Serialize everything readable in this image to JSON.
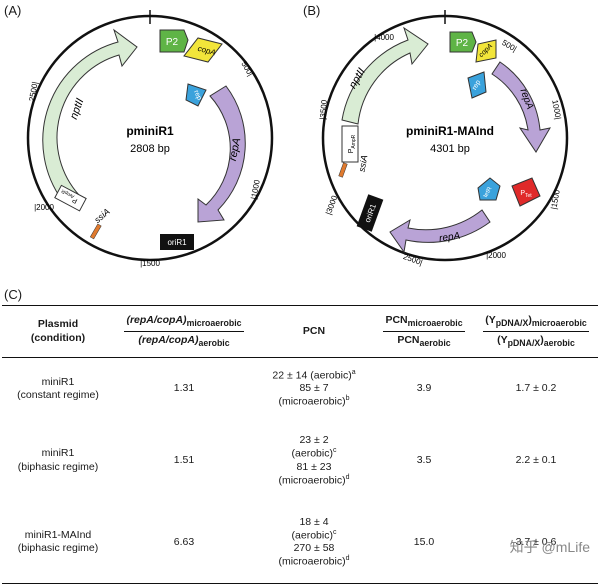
{
  "panels": {
    "A": "(A)",
    "B": "(B)",
    "C": "(C)"
  },
  "mapA": {
    "name": "pminiR1",
    "size": "2808 bp",
    "genes": {
      "nptII": "nptII",
      "repA": "repA",
      "P2": "P2",
      "copA": "copA",
      "rep": "rep",
      "oriR1": "oriR1",
      "ssiA": "ssiA",
      "pAmpR": "P",
      "pAmpR_sub": "AmpR"
    },
    "ticks": {
      "t500": "500|",
      "t1000": "|1000",
      "t1500": "|1500",
      "t2000": "|2000",
      "t2500": "2500|"
    }
  },
  "mapB": {
    "name": "pminiR1-MAInd",
    "size": "4301 bp",
    "genes": {
      "nptII": "nptII",
      "repA_top": "repA",
      "repA_bottom": "repA",
      "P2": "P2",
      "copA": "copA",
      "rep": "rep",
      "oriR1": "oriR1",
      "ssiA": "ssiA",
      "pAmpR": "P",
      "pAmpR_sub": "AmpR",
      "PTet": "P",
      "PTet_sub": "Tet",
      "tetR": "tetR"
    },
    "ticks": {
      "t500": "500|",
      "t1000": "1000|",
      "t1500": "|1500",
      "t2000": "|2000",
      "t2500": "2500|",
      "t3000": "|3000",
      "t3500": "|3500",
      "t4000": "|4000"
    }
  },
  "table": {
    "headers": {
      "plasmid": "Plasmid",
      "plasmid_sub": "(condition)",
      "ratio_num": "(repA/copA)",
      "ratio_num_sub": "microaerobic",
      "ratio_den": "(repA/copA)",
      "ratio_den_sub": "aerobic",
      "pcn": "PCN",
      "pcn_num": "PCN",
      "pcn_num_sub": "microaerobic",
      "pcn_den": "PCN",
      "pcn_den_sub": "aerobic",
      "y_num": "(Y",
      "y_num_sub": "pDNA/X",
      "y_num_close": ")",
      "y_num_close_sub": "microaerobic",
      "y_den": "(Y",
      "y_den_sub": "pDNA/X",
      "y_den_close": ")",
      "y_den_close_sub": "aerobic"
    },
    "rows": [
      {
        "plasmid": "miniR1",
        "condition": "(constant regime)",
        "ratio": "1.31",
        "pcn_lines": [
          "22 ± 14 (aerobic)",
          "85 ± 7",
          "(microaerobic)"
        ],
        "pcn_sups": [
          "a",
          "",
          "b"
        ],
        "pcn_ratio": "3.9",
        "y_ratio": "1.7 ± 0.2"
      },
      {
        "plasmid": "miniR1",
        "condition": "(biphasic regime)",
        "ratio": "1.51",
        "pcn_lines": [
          "23 ± 2",
          "(aerobic)",
          "81 ± 23",
          "(microaerobic)"
        ],
        "pcn_sups": [
          "",
          "c",
          "",
          "d"
        ],
        "pcn_ratio": "3.5",
        "y_ratio": "2.2 ± 0.1"
      },
      {
        "plasmid": "miniR1-MAInd",
        "condition": "(biphasic regime)",
        "ratio": "6.63",
        "pcn_lines": [
          "18 ± 4",
          "(aerobic)",
          "270 ± 58",
          "(microaerobic)"
        ],
        "pcn_sups": [
          "",
          "c",
          "",
          "d"
        ],
        "pcn_ratio": "15.0",
        "y_ratio": "3.7 ± 0.6"
      }
    ]
  },
  "watermark": "知乎 @mLife",
  "colors": {
    "nptII": "#d9ecd4",
    "repA": "#b9a3d6",
    "P2": "#5fb446",
    "copA": "#f2e53a",
    "rep": "#3aa2dc",
    "oriR1": "#111111",
    "ssiA": "#e07a2e",
    "PTet": "#e02a2a"
  }
}
